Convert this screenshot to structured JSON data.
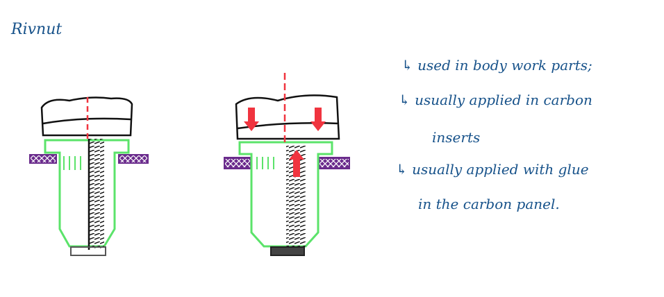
{
  "title": "Rivnut",
  "notes": [
    {
      "arrow": "↳",
      "text": "used in body work parts;"
    },
    {
      "arrow": "↳",
      "text": "usually applied in carbon",
      "continuation": "inserts"
    },
    {
      "arrow": "↳",
      "text": "usually applied with glue",
      "continuation": "in the carbon panel."
    }
  ],
  "colors": {
    "ink": "#17528a",
    "body": "#5be36a",
    "panel": "#6a2b8c",
    "axis": "#f0343f",
    "outline": "#111111"
  }
}
